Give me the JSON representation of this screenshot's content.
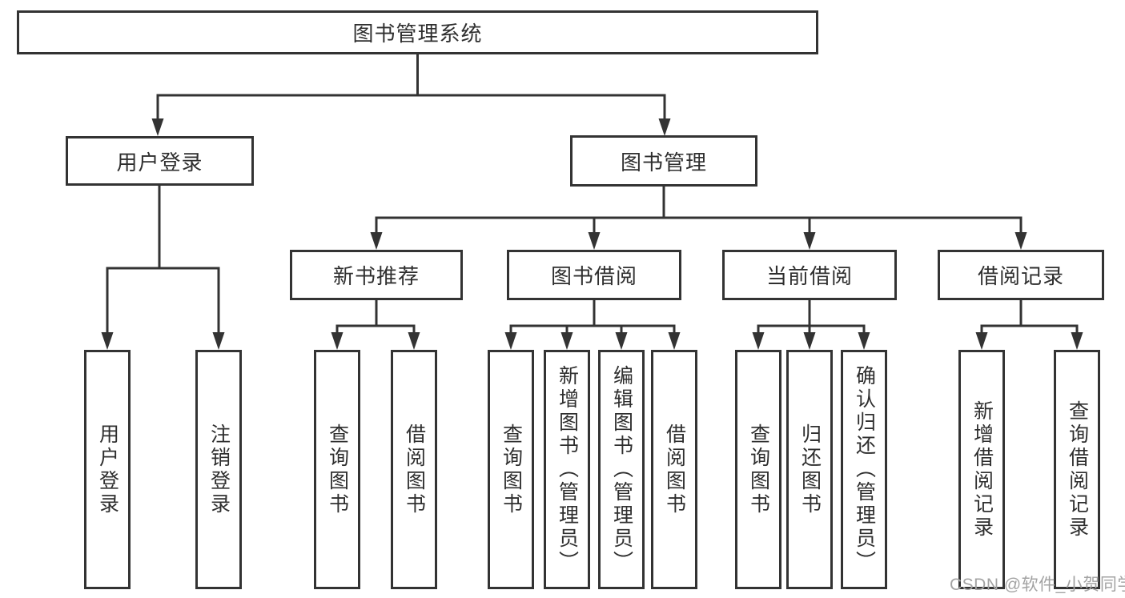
{
  "diagram": {
    "root": "图书管理系统",
    "groups": [
      {
        "label": "用户登录",
        "children": [
          "用户登录",
          "注销登录"
        ]
      },
      {
        "label": "图书管理",
        "subgroups": [
          {
            "label": "新书推荐",
            "children": [
              "查询图书",
              "借阅图书"
            ]
          },
          {
            "label": "图书借阅",
            "children": [
              "查询图书",
              "新增图书（管理员）",
              "编辑图书（管理员）",
              "借阅图书"
            ]
          },
          {
            "label": "当前借阅",
            "children": [
              "查询图书",
              "归还图书",
              "确认归还（管理员）"
            ]
          },
          {
            "label": "借阅记录",
            "children": [
              "新增借阅记录",
              "查询借阅记录"
            ]
          }
        ]
      }
    ]
  },
  "watermark": "CSDN @软件_小贺同学",
  "colors": {
    "line": "#333333",
    "box_fill": "#ffffff",
    "text": "#2f2f2f",
    "background": "#ffffff",
    "watermark": "#a3a3a3"
  }
}
